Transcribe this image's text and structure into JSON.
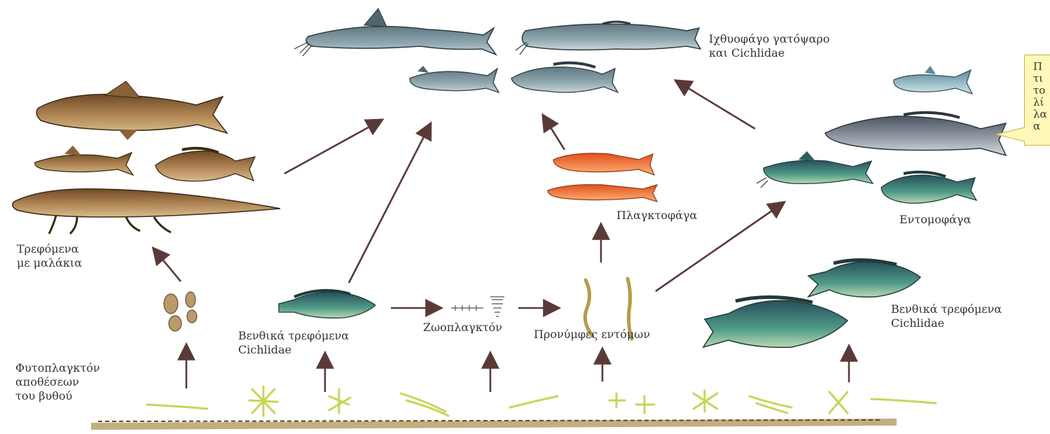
{
  "labels": {
    "piscivores": "Ιχθυοφάγο γατόψαρο\nκαι Cichlidae",
    "mollusc_feeders": "Τρεφόμενα\nμε μαλάκια",
    "planktivores": "Πλαγκτοφάγα",
    "insectivores": "Εντομοφάγα",
    "benthic_cichlids_left": "Βενθικά τρεφόμενα\nCichlidae",
    "benthic_cichlids_right": "Βενθικά τρεφόμενα\nCichlidae",
    "zooplankton": "Ζωοπλαγκτόν",
    "insect_larvae": "Προνύμφες εντόμων",
    "phytoplankton": "Φυτοπλαγκτόν\nαποθέσεων\nτου βυθού"
  },
  "callout_fragments": [
    "Π",
    "τι",
    "το",
    "λί",
    "λα",
    "α"
  ],
  "colors": {
    "arrow": "#5a3a38",
    "catfish": "#7f9aa3",
    "brown_fish": "#a07a4a",
    "orange_fish": "#f07a3a",
    "cichlid": "#3f7d78",
    "algae": "#c9d45a",
    "callout_bg": "#fff8b8"
  }
}
